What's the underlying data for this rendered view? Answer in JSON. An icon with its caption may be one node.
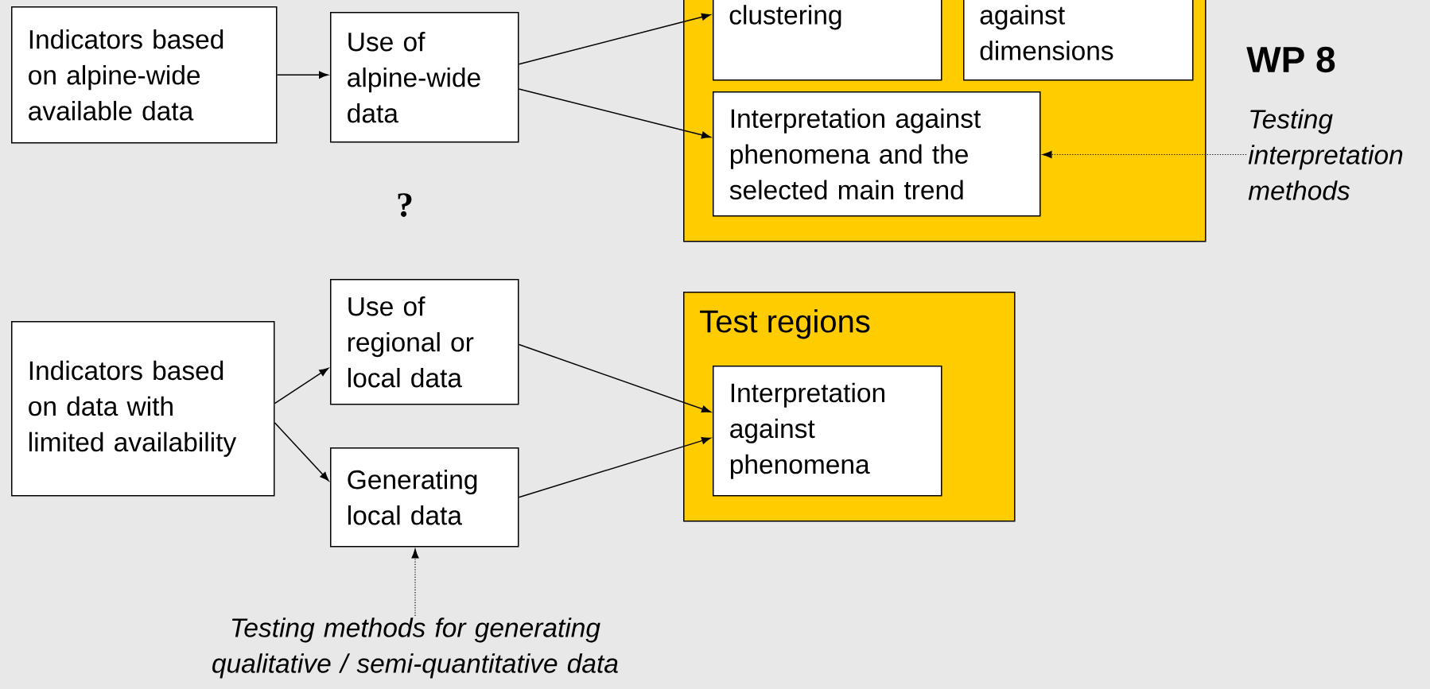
{
  "diagram": {
    "nodes": [
      {
        "text": [
          "Indicators based on alpine-wide available data"
        ]
      },
      {
        "text": [
          "Use of alpine-wide data"
        ]
      },
      {
        "text": [],
        "shape": "box"
      },
      {
        "text": [
          "clustering"
        ],
        "in": 2
      },
      {
        "text": [
          "against dimensions"
        ],
        "in": 2
      },
      {
        "text": [
          "Interpretation against phenomena and the selected main trend"
        ],
        "in": 2
      },
      {
        "text": [
          "Testing interpretation methods"
        ]
      },
      {
        "text": [
          "Indicators based on data with limited availability"
        ]
      },
      {
        "text": [
          "Use of regional or local data"
        ]
      },
      {
        "text": [
          "Generating local data"
        ]
      },
      {
        "text": [
          "Test regions"
        ]
      },
      {
        "text": [
          "Interpretation against phenomena"
        ],
        "in": 10
      },
      {
        "text": [
          "Testing methods for generating qualitative / semi-quantitative data"
        ]
      }
    ],
    "edges": [
      {
        "from": 0,
        "to": 1,
        "arrow": "to"
      },
      {
        "from": 1,
        "to": 3,
        "arrow": "to"
      },
      {
        "from": 1,
        "to": 5,
        "arrow": "to"
      },
      {
        "from": 6,
        "to": 5,
        "arrow": "to",
        "style": "dashed"
      },
      {
        "from": 7,
        "to": 8,
        "arrow": "to"
      },
      {
        "from": 7,
        "to": 9,
        "arrow": "to"
      },
      {
        "from": 8,
        "to": 11,
        "arrow": "to"
      },
      {
        "from": 9,
        "to": 11,
        "arrow": "to"
      },
      {
        "from": 12,
        "to": 9,
        "arrow": "to",
        "style": "dashed"
      }
    ],
    "labels": [
      "?",
      "WP 8"
    ]
  }
}
